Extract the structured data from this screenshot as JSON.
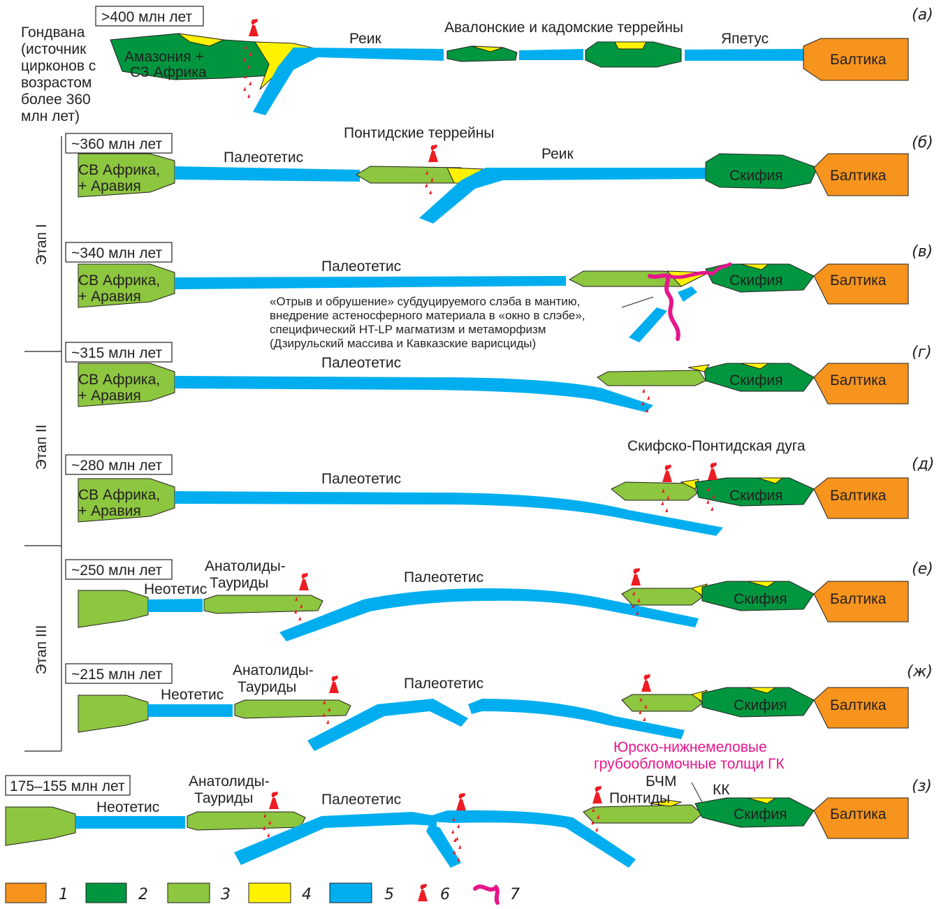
{
  "colors": {
    "baltica": "#f7941d",
    "old_crust": "#00963f",
    "young_crust": "#8dc63f",
    "sediments": "#fff200",
    "ocean": "#00aeef",
    "volcano": "#ed1c24",
    "magma": "#e6168c",
    "outline": "#231f20"
  },
  "stages": {
    "stage1": "Этап I",
    "stage2": "Этап II",
    "stage3": "Этап III"
  },
  "panels": [
    {
      "id": "a",
      "letter": "(а)",
      "age": ">400 млн лет",
      "labels": {
        "gondwana_1": "Гондвана",
        "gondwana_2": "(источник",
        "gondwana_3": "цирконов с",
        "gondwana_4": "возрастом",
        "gondwana_5": "более 360",
        "gondwana_6": "млн лет)",
        "amazonia_1": "Амазония +",
        "amazonia_2": "СЗ Африка",
        "rheic": "Реик",
        "avalon": "Авалонские и кадомские террейны",
        "iapetus": "Япетус",
        "baltica": "Балтика"
      }
    },
    {
      "id": "b",
      "letter": "(б)",
      "age": "~360 млн лет",
      "labels": {
        "africa_1": "СВ Африка,",
        "africa_2": "+ Аравия",
        "paleotethys": "Палеотетис",
        "pontides": "Понтидские террейны",
        "rheic": "Реик",
        "scythia": "Скифия",
        "baltica": "Балтика"
      }
    },
    {
      "id": "v",
      "letter": "(в)",
      "age": "~340 млн лет",
      "labels": {
        "africa_1": "СВ Африка,",
        "africa_2": "+ Аравия",
        "paleotethys": "Палеотетис",
        "note_1": "«Отрыв и обрушение» субдуцируемого слэба в мантию,",
        "note_2": "внедрение астеносферного материала в «окно в слэбе»,",
        "note_3": "специфический HT-LP магматизм и метаморфизм",
        "note_4": "(Дзирульский массива и Кавказские варисциды)",
        "scythia": "Скифия",
        "baltica": "Балтика"
      }
    },
    {
      "id": "g",
      "letter": "(г)",
      "age": "~315 млн лет",
      "labels": {
        "africa_1": "СВ Африка,",
        "africa_2": "+ Аравия",
        "paleotethys": "Палеотетис",
        "scythia": "Скифия",
        "baltica": "Балтика"
      }
    },
    {
      "id": "d",
      "letter": "(д)",
      "age": "~280 млн лет",
      "labels": {
        "africa_1": "СВ Африка,",
        "africa_2": "+ Аравия",
        "paleotethys": "Палеотетис",
        "arc": "Скифско-Понтидская дуга",
        "scythia": "Скифия",
        "baltica": "Балтика"
      }
    },
    {
      "id": "e",
      "letter": "(е)",
      "age": "~250 млн лет",
      "labels": {
        "neotethys": "Неотетис",
        "anatolides_1": "Анатолиды-",
        "anatolides_2": "Тауриды",
        "paleotethys": "Палеотетис",
        "scythia": "Скифия",
        "baltica": "Балтика"
      }
    },
    {
      "id": "zh",
      "letter": "(ж)",
      "age": "~215 млн лет",
      "labels": {
        "neotethys": "Неотетис",
        "anatolides_1": "Анатолиды-",
        "anatolides_2": "Тауриды",
        "paleotethys": "Палеотетис",
        "scythia": "Скифия",
        "baltica": "Балтика"
      }
    },
    {
      "id": "z",
      "letter": "(з)",
      "age": "175–155 млн лет",
      "labels": {
        "neotethys": "Неотетис",
        "anatolides_1": "Анатолиды-",
        "anatolides_2": "Тауриды",
        "paleotethys": "Палеотетис",
        "jurassic_1": "Юрско-нижнемеловые",
        "jurassic_2": "грубообломочные толщи ГК",
        "bchm": "БЧМ",
        "pontides": "Понтиды",
        "kk": "КК",
        "scythia": "Скифия",
        "baltica": "Балтика"
      }
    }
  ],
  "legend": [
    {
      "num": "1",
      "icon": "orange-swatch"
    },
    {
      "num": "2",
      "icon": "dark-green-swatch"
    },
    {
      "num": "3",
      "icon": "light-green-swatch"
    },
    {
      "num": "4",
      "icon": "yellow-swatch"
    },
    {
      "num": "5",
      "icon": "blue-swatch"
    },
    {
      "num": "6",
      "icon": "volcano-icon"
    },
    {
      "num": "7",
      "icon": "magma-squiggle-icon"
    }
  ]
}
